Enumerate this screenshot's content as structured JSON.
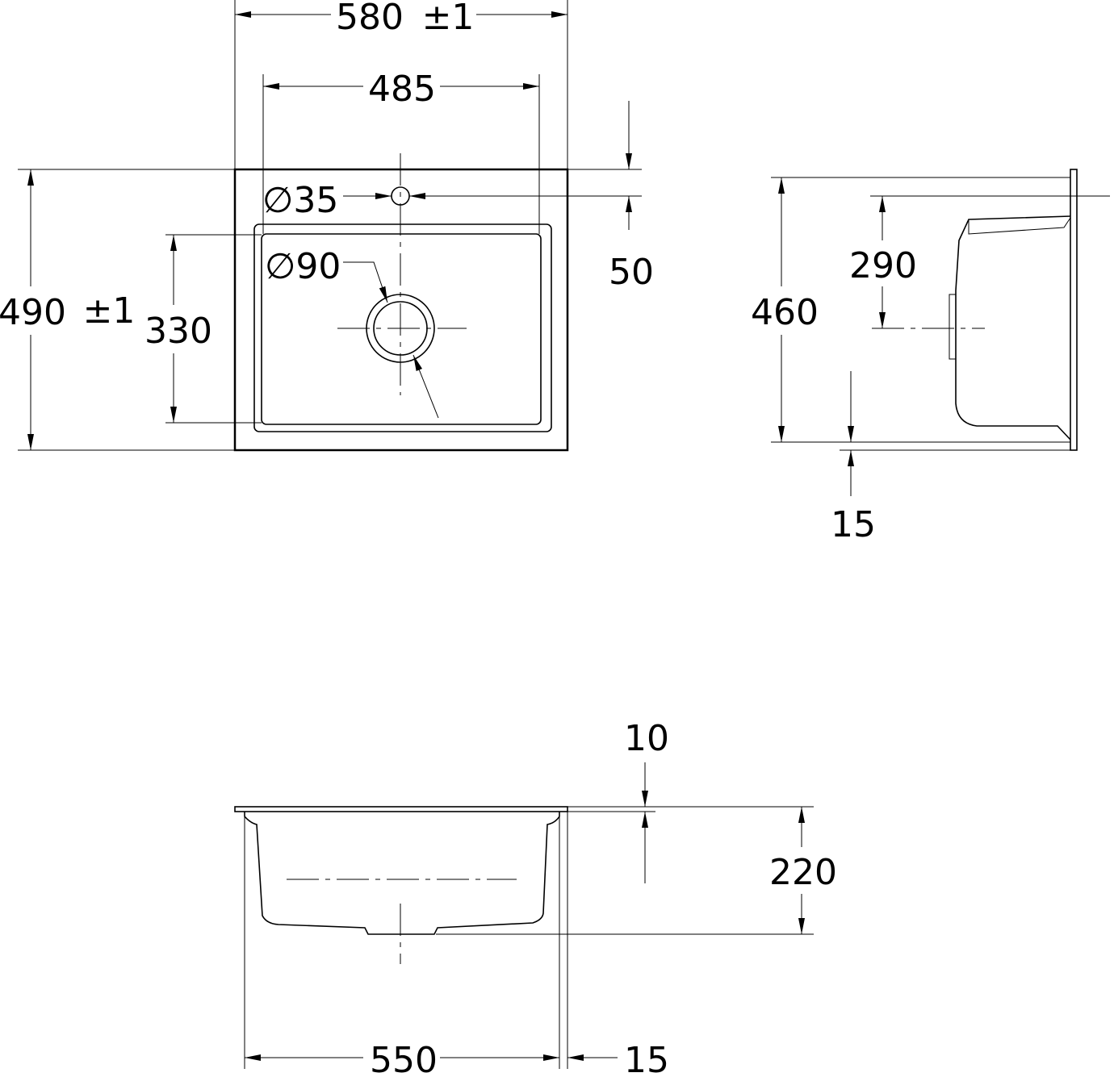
{
  "top_view": {
    "overall_width": "580",
    "overall_width_tol": "±1",
    "bowl_width": "485",
    "overall_depth": "490",
    "overall_depth_tol": "±1",
    "bowl_depth": "330",
    "tap_hole_dia": "∅35",
    "drain_dia": "∅90",
    "tap_hole_offset": "50"
  },
  "side_view": {
    "bowl_length": "460",
    "drain_offset": "290",
    "rear_margin": "15"
  },
  "front_view": {
    "rim_thickness": "10",
    "bowl_height": "220",
    "bowl_outer_width": "550",
    "side_margin": "15"
  }
}
